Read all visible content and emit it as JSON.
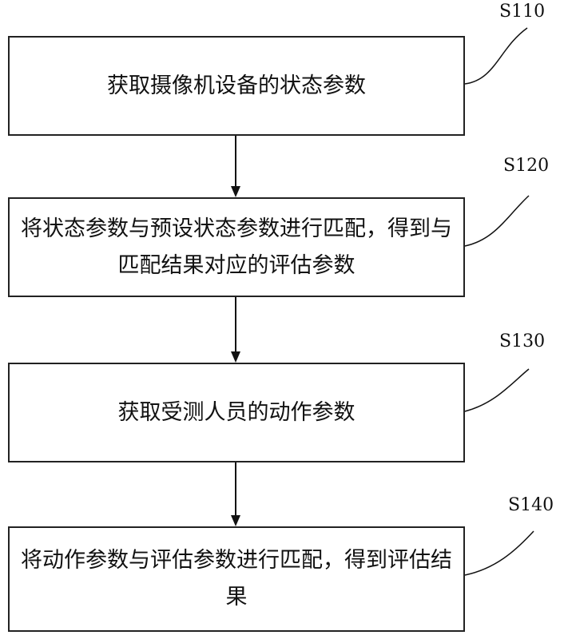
{
  "steps": [
    {
      "id": "S110",
      "text": "获取摄像机设备的状态参数"
    },
    {
      "id": "S120",
      "text": "将状态参数与预设状态参数进行匹配，得到与匹配结果对应的评估参数"
    },
    {
      "id": "S130",
      "text": "获取受测人员的动作参数"
    },
    {
      "id": "S140",
      "text": "将动作参数与评估参数进行匹配，得到评估结果"
    }
  ]
}
